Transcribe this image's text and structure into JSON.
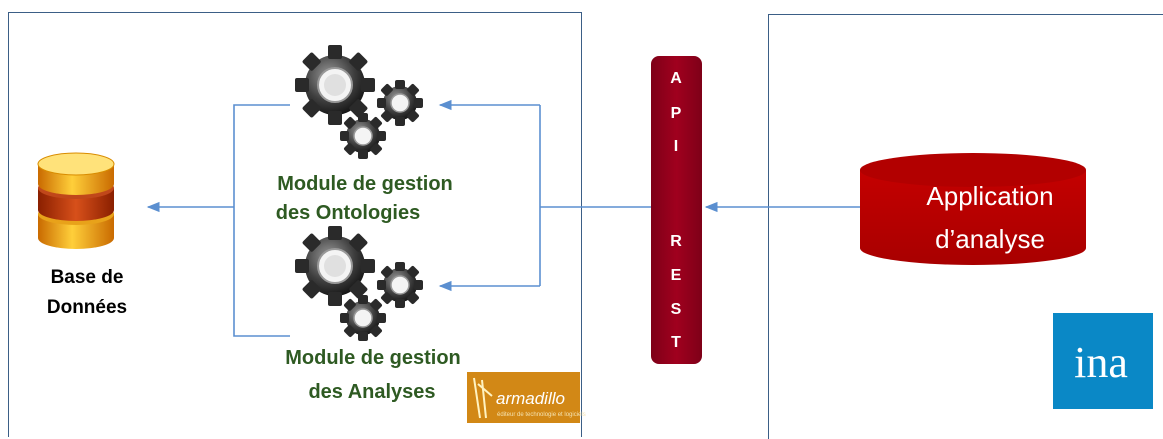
{
  "database": {
    "label_line1": "Base de",
    "label_line2": "Données"
  },
  "modules": [
    {
      "line1": "Module de gestion",
      "line2": "des Ontologies"
    },
    {
      "line1": "Module de gestion",
      "line2": "des Analyses"
    }
  ],
  "api": {
    "letters": [
      "A",
      "P",
      "I",
      "R",
      "E",
      "S",
      "T"
    ]
  },
  "application": {
    "line1": "Application",
    "line2": "d’analyse"
  },
  "logos": {
    "ina": "ina",
    "armadillo": "armadillo",
    "armadillo_tagline": "éditeur de technologie et logiciels"
  },
  "colors": {
    "arrow": "#5b8fd0",
    "api_bar": "#a0001e",
    "application": "#c00000",
    "ina_logo": "#0a88c6",
    "module_text": "#2e5a22",
    "frame": "#3b5e86"
  }
}
